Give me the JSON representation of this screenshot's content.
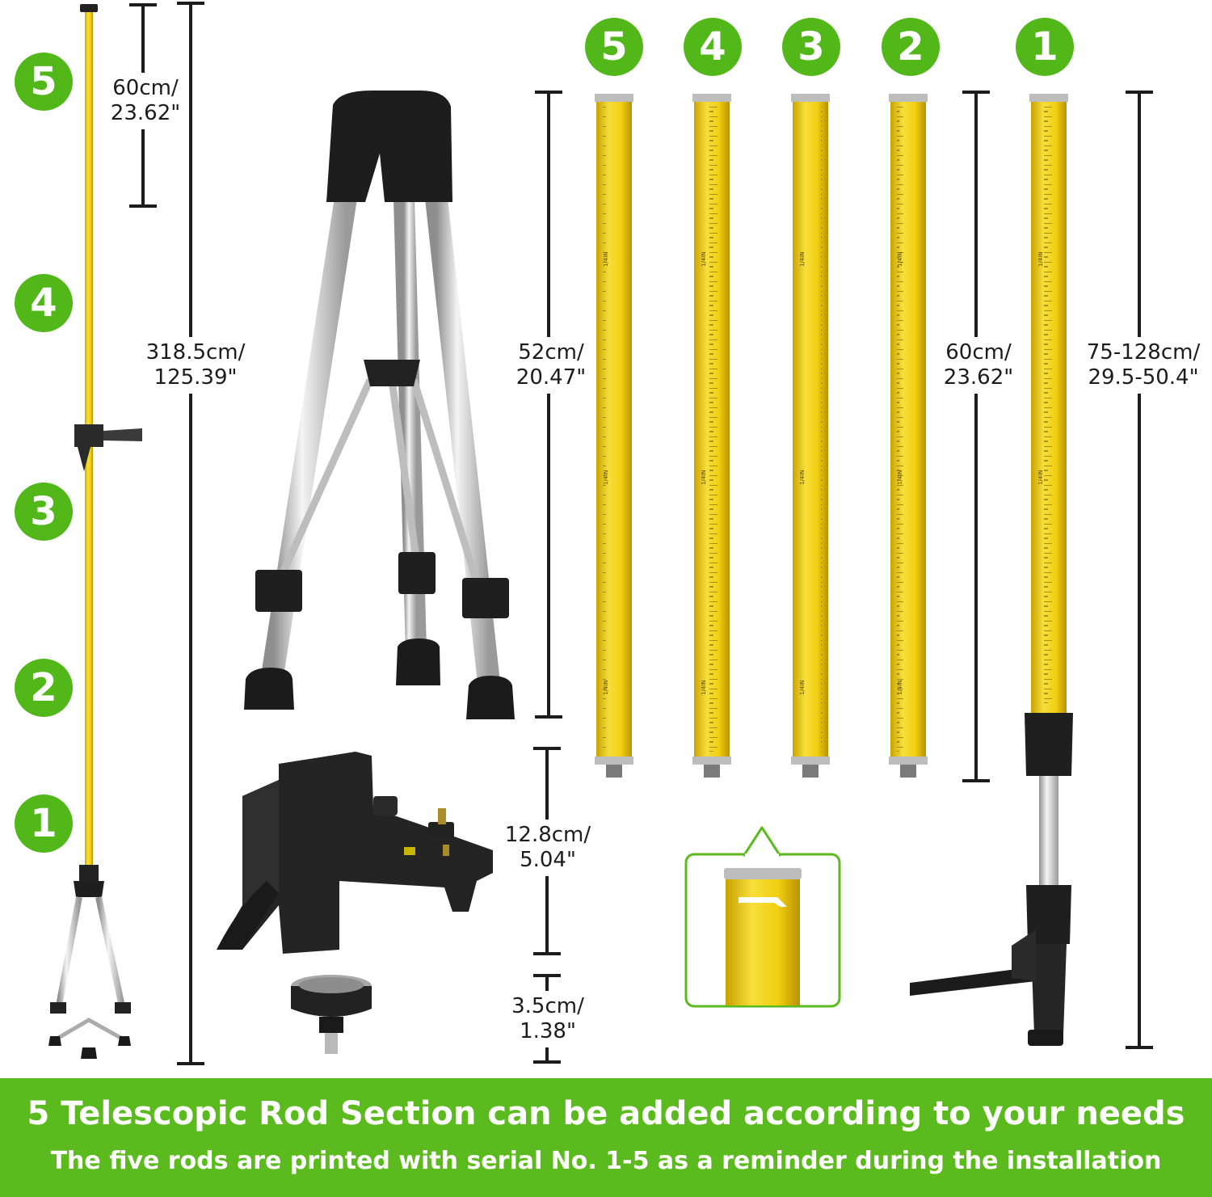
{
  "assembled_pole": {
    "section_numbers": [
      "5",
      "4",
      "3",
      "2",
      "1"
    ],
    "top_section_dimension": [
      "60cm/",
      "23.62\""
    ],
    "total_height_dimension": [
      "318.5cm/",
      "125.39\""
    ]
  },
  "rod_sections": {
    "numbers": [
      "5",
      "4",
      "3",
      "2",
      "1"
    ],
    "rods_5_to_2_dimension": [
      "52cm/",
      "20.47\""
    ],
    "rod_overall_dimension": [
      "60cm/",
      "23.62\""
    ],
    "rod_1_dimension": [
      "75-128cm/",
      "29.5-50.4\""
    ],
    "scale_mark": "1/4IN"
  },
  "bracket": {
    "bracket_dimension": [
      "12.8cm/",
      "5.04\""
    ],
    "adapter_dimension": [
      "3.5cm/",
      "1.38\""
    ]
  },
  "banner": {
    "headline": "5 Telescopic Rod Section can be added according to your needs",
    "subline": "The five rods are printed with serial No. 1-5 as a reminder during the installation"
  },
  "colors": {
    "accent_green": "#52b81a",
    "banner_green": "#5bba1d",
    "rod_yellow": "#f2d11a",
    "tripod_silver": "#c8c8c8",
    "dark": "#1c1c1c"
  }
}
